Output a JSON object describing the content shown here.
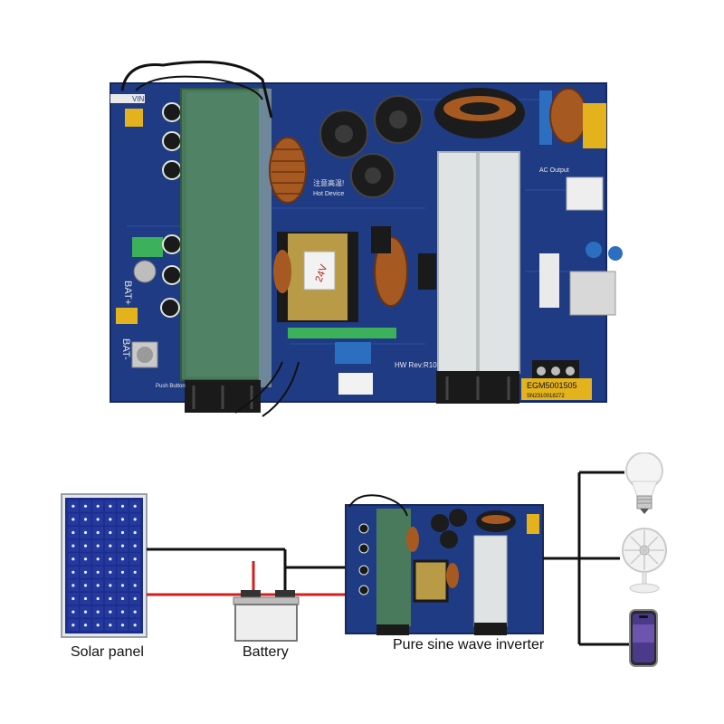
{
  "labels": {
    "solar_panel": "Solar panel",
    "battery": "Battery",
    "inverter": "Pure sine wave inverter"
  },
  "board_markings": {
    "vin": "VIN",
    "bat_plus": "BAT+",
    "bat_minus": "BAT-",
    "hot_device": "Hot Device",
    "caution_cn": "注意高温!",
    "hw_rev": "HW Rev:R10",
    "push_button": "Push Button",
    "ac_output": "AC Output",
    "transformer_tag": "24V",
    "chip_code": "EGM5001505",
    "chip_serial": "SN2310018272"
  },
  "loads": [
    {
      "name": "light-bulb-icon"
    },
    {
      "name": "fan-icon"
    },
    {
      "name": "smartphone-icon"
    }
  ],
  "colors": {
    "board": "#1f3b84",
    "heatsink_green": "#4a7a5c",
    "wire_black": "#111111",
    "wire_red": "#d21f1f",
    "panel_cell": "#1b2d8a"
  }
}
